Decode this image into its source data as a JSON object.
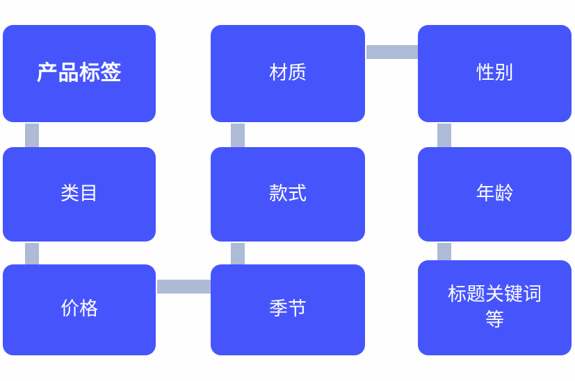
{
  "diagram": {
    "title": "产品标签",
    "type": "flowchart",
    "background_color": "#fefefe",
    "node_color": "#4655fb",
    "node_text_color": "#ffffff",
    "connector_color": "#aebbd6",
    "nodes": [
      {
        "id": "product-tag",
        "label": "产品标签",
        "row": 1,
        "col": 1,
        "emphasis": "bold"
      },
      {
        "id": "material",
        "label": "材质",
        "row": 1,
        "col": 2,
        "emphasis": "normal"
      },
      {
        "id": "gender",
        "label": "性别",
        "row": 1,
        "col": 3,
        "emphasis": "normal"
      },
      {
        "id": "category",
        "label": "类目",
        "row": 2,
        "col": 1,
        "emphasis": "normal"
      },
      {
        "id": "style",
        "label": "款式",
        "row": 2,
        "col": 2,
        "emphasis": "normal"
      },
      {
        "id": "age",
        "label": "年龄",
        "row": 2,
        "col": 3,
        "emphasis": "normal"
      },
      {
        "id": "price",
        "label": "价格",
        "row": 3,
        "col": 1,
        "emphasis": "normal"
      },
      {
        "id": "season",
        "label": "季节",
        "row": 3,
        "col": 2,
        "emphasis": "normal"
      },
      {
        "id": "title-keywords",
        "label": "标题关键词\n等",
        "row": 3,
        "col": 3,
        "emphasis": "normal"
      }
    ],
    "connectors": [
      {
        "id": "product-tag-to-category",
        "from": "product-tag",
        "to": "category",
        "orientation": "vertical"
      },
      {
        "id": "material-to-style",
        "from": "material",
        "to": "style",
        "orientation": "vertical"
      },
      {
        "id": "gender-to-age",
        "from": "gender",
        "to": "age",
        "orientation": "vertical"
      },
      {
        "id": "category-to-price",
        "from": "category",
        "to": "price",
        "orientation": "vertical"
      },
      {
        "id": "style-to-season",
        "from": "style",
        "to": "season",
        "orientation": "vertical"
      },
      {
        "id": "age-to-title-keywords",
        "from": "age",
        "to": "title-keywords",
        "orientation": "vertical"
      },
      {
        "id": "material-to-gender",
        "from": "material",
        "to": "gender",
        "orientation": "horizontal"
      },
      {
        "id": "price-to-season",
        "from": "price",
        "to": "season",
        "orientation": "horizontal"
      }
    ]
  }
}
